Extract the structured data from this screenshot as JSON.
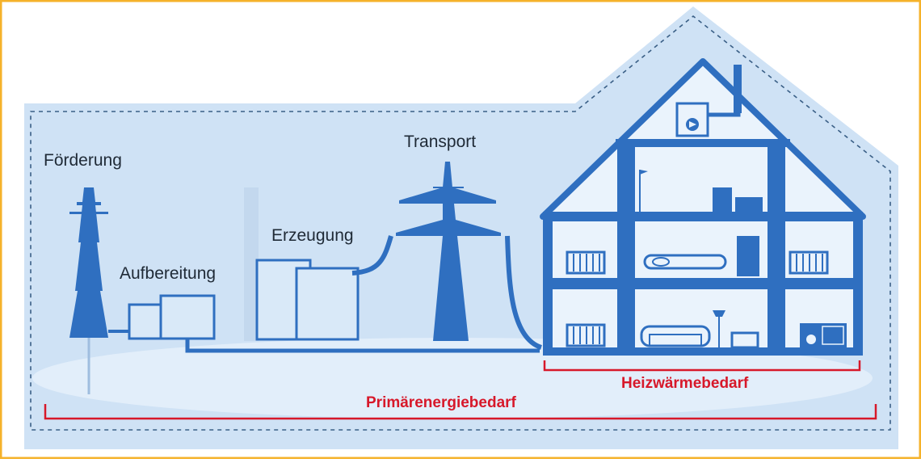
{
  "labels": {
    "foerderung": "Förderung",
    "aufbereitung": "Aufbereitung",
    "erzeugung": "Erzeugung",
    "transport": "Transport"
  },
  "brackets": {
    "heizwaerme": "Heizwärmebedarf",
    "primaerenergie": "Primärenergiebedarf"
  },
  "colors": {
    "frame": "#f5b22a",
    "background": "#cfe2f5",
    "blue": "#2f6fc0",
    "light": "#d9e9f8",
    "accent_red": "#d7182a"
  }
}
